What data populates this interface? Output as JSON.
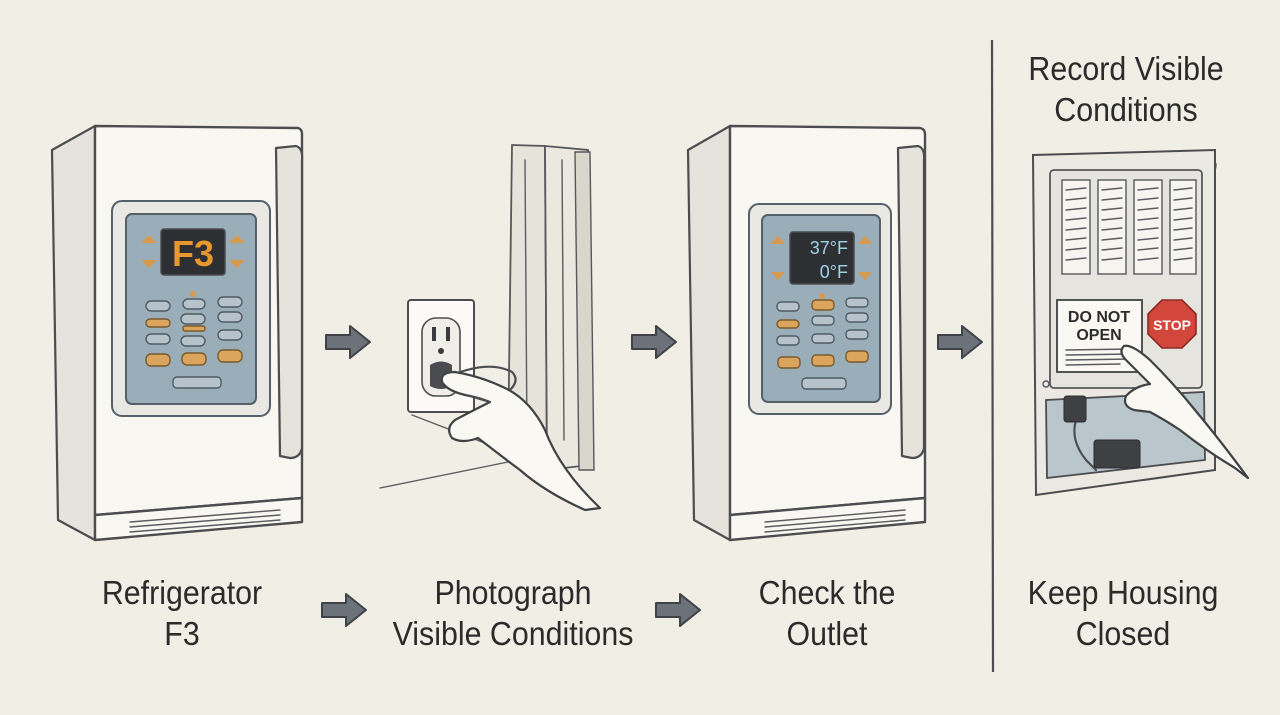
{
  "steps": [
    {
      "line1": "Refrigerator",
      "line2": "F3"
    },
    {
      "line1": "Photograph",
      "line2": "Visible Conditions"
    },
    {
      "line1": "Check the",
      "line2": "Outlet"
    },
    {
      "line1": "Keep Housing",
      "line2": "Closed"
    }
  ],
  "top_heading": {
    "line1": "Record Visible",
    "line2": "Conditions"
  },
  "fridge1_display": "F3",
  "fridge2_display": {
    "fridge_temp": "37°F",
    "freezer_temp": "0°F"
  },
  "warning_label": {
    "line1": "DO NOT",
    "line2": "OPEN"
  },
  "stop_sign": "STOP",
  "colors": {
    "background": "#f1eee5",
    "panel": "#9aaeba",
    "amber_display": "#e8962e",
    "cyan_display": "#9fd4e8",
    "stop_red": "#d3463b",
    "arrow": "#6c7279"
  }
}
